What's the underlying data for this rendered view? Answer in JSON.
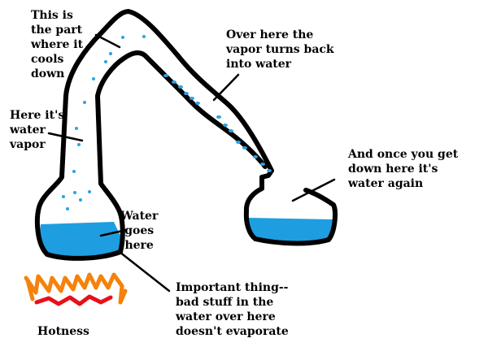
{
  "labels": {
    "cools_down": "This is\nthe part\nwhere it\ncools\ndown",
    "water_vapor": "Here it's\nwater\nvapor",
    "turns_back": "Over here the\nvapor turns back\ninto water",
    "water_again": "And once you get\ndown here it's\nwater again",
    "water_goes": "Water\ngoes\nhere",
    "important": "Important thing--\nbad stuff in the\nwater over here\ndoesn't evaporate",
    "hotness": "Hotness"
  },
  "colors": {
    "outline": "#000000",
    "water": "#1e9ee0",
    "droplet": "#2aa3e6",
    "flame_outer": "#f5820a",
    "flame_inner": "#e8101a"
  }
}
